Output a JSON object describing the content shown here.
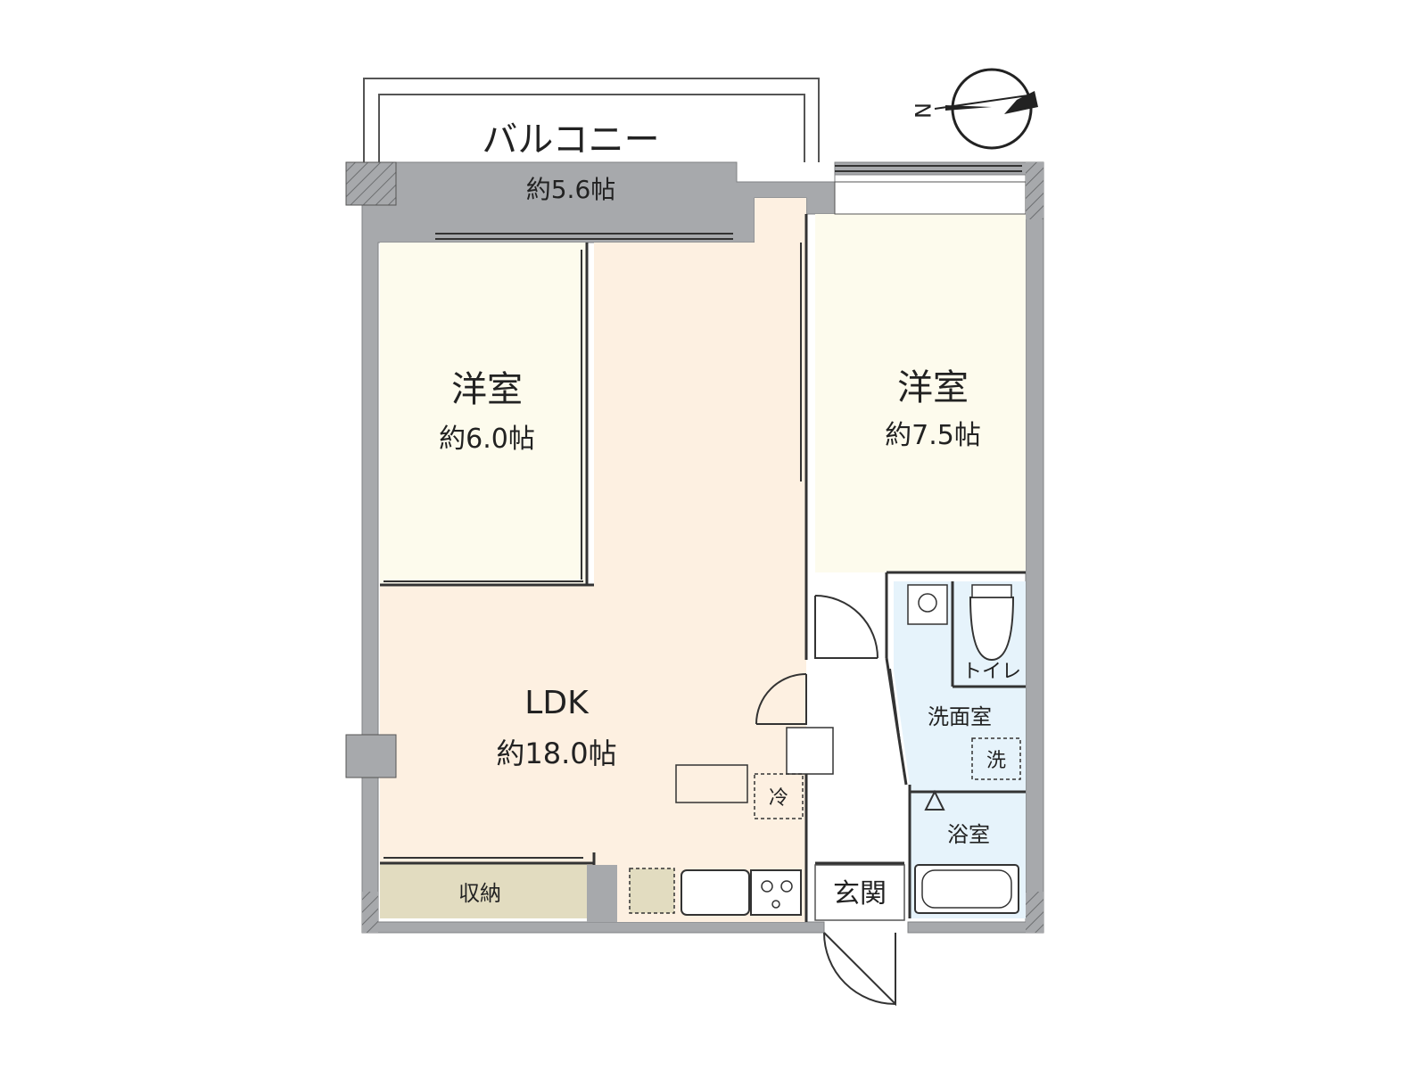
{
  "colors": {
    "wall": "#a7a9ac",
    "wall_stroke": "#7f8183",
    "ldk": "#fdf0e1",
    "room": "#fdfbed",
    "water": "#e6f3fb",
    "storage": "#e2dcc0",
    "line": "#333333"
  },
  "compass": {
    "label": "N"
  },
  "rooms": {
    "balcony": {
      "name": "バルコニー",
      "size": "約5.6帖"
    },
    "western1": {
      "name": "洋室",
      "size": "約6.0帖"
    },
    "western2": {
      "name": "洋室",
      "size": "約7.5帖"
    },
    "ldk": {
      "name": "LDK",
      "size": "約18.0帖"
    },
    "storage": {
      "name": "収納"
    },
    "toilet": {
      "name": "トイレ"
    },
    "washroom": {
      "name": "洗面室"
    },
    "bathroom": {
      "name": "浴室"
    },
    "entrance": {
      "name": "玄関"
    }
  },
  "fixtures": {
    "fridge": "冷",
    "washer": "洗"
  }
}
